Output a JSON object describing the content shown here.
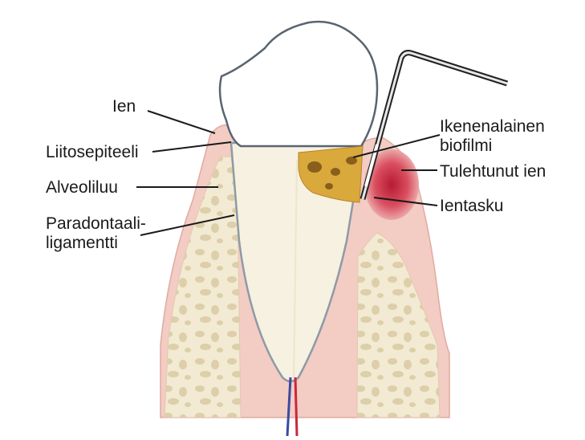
{
  "labels": {
    "ien": "Ien",
    "liitosepiteeli": "Liitosepiteeli",
    "alveoliluu": "Alveoliluu",
    "paradontaali_line1": "Paradontaali-",
    "paradontaali_line2": "ligamentti",
    "biofilmi_line1": "Ikenenalainen",
    "biofilmi_line2": "biofilmi",
    "tulehtunut": "Tulehtunut ien",
    "ientasku": "Ientasku"
  },
  "colors": {
    "gum": "#f2c9c2",
    "gum_outline": "#d89a93",
    "bone": "#f0e8d0",
    "bone_spots": "#d9cdaa",
    "enamel": "#ffffff",
    "dentin": "#f4efdd",
    "plaque": "#d8a63a",
    "plaque_dark": "#8a5f1c",
    "inflamed": "#c8283c",
    "probe": "#222222"
  },
  "icons": {
    "probe": "periodontal-probe-icon",
    "tooth": "tooth-icon"
  }
}
